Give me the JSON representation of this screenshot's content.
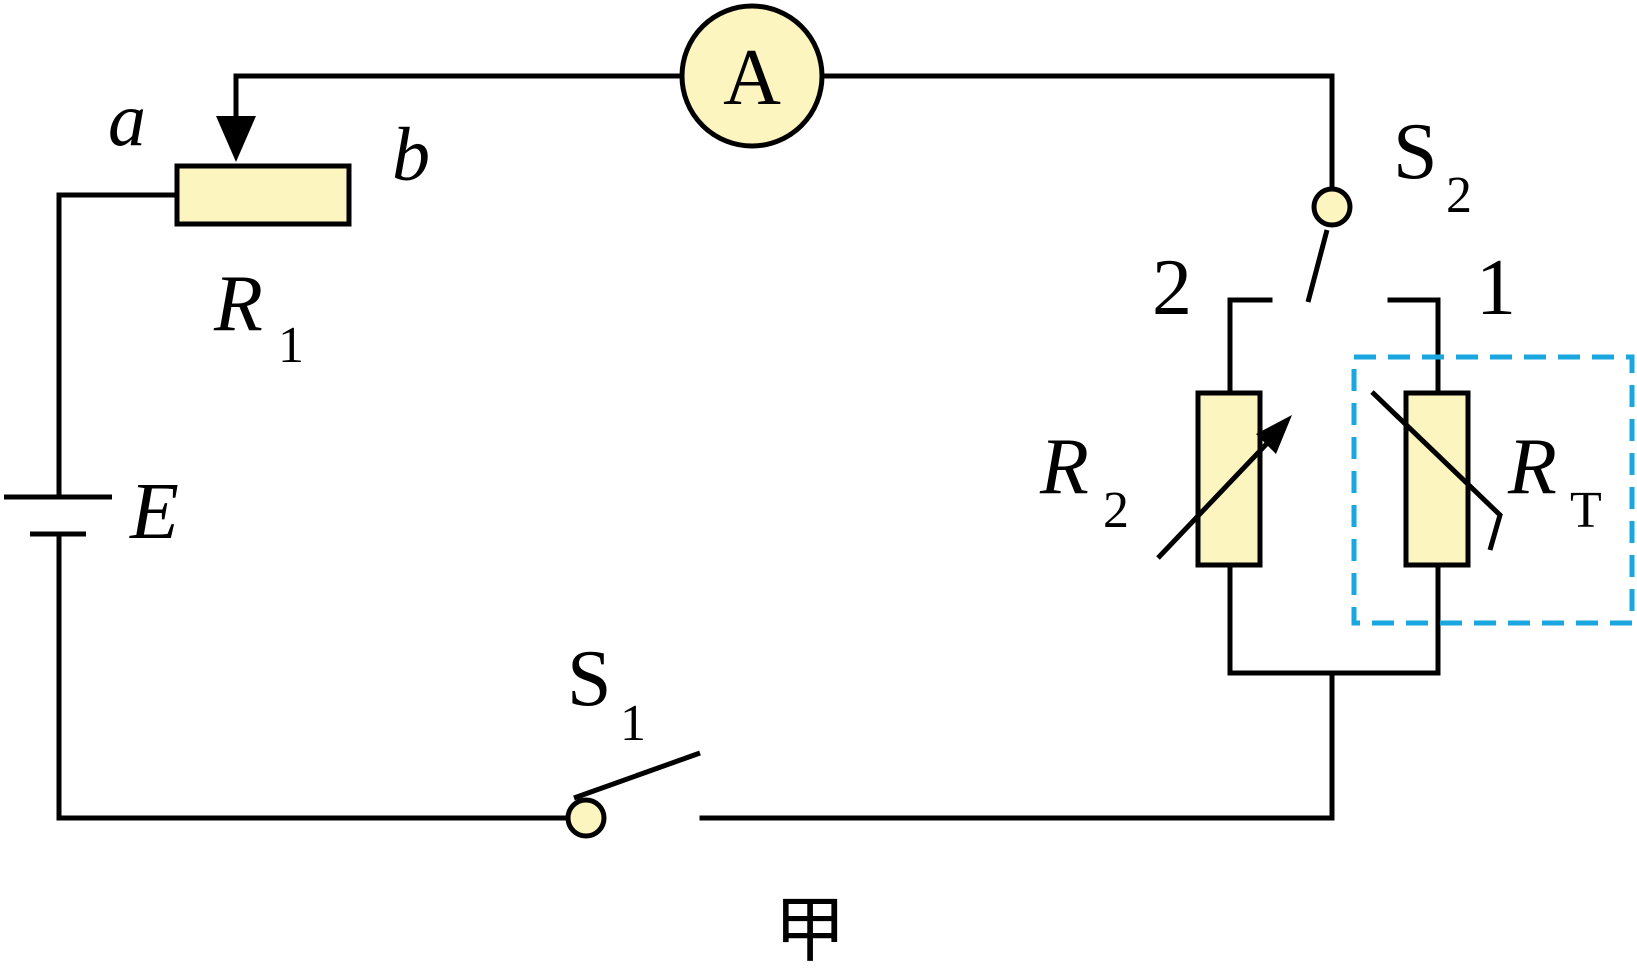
{
  "labels": {
    "ammeter": "A",
    "slider_a": "a",
    "slider_b": "b",
    "r1_main": "R",
    "r1_sub": "1",
    "emf": "E",
    "s1_main": "S",
    "s1_sub": "1",
    "s2_main": "S",
    "s2_sub": "2",
    "contact_2": "2",
    "contact_1": "1",
    "r2_main": "R",
    "r2_sub": "2",
    "rt_main": "R",
    "rt_sub": "T",
    "caption": "甲"
  },
  "colors": {
    "component_fill": "#fdf5c0",
    "dashed_box": "#1aa7e0",
    "line": "#000000"
  }
}
